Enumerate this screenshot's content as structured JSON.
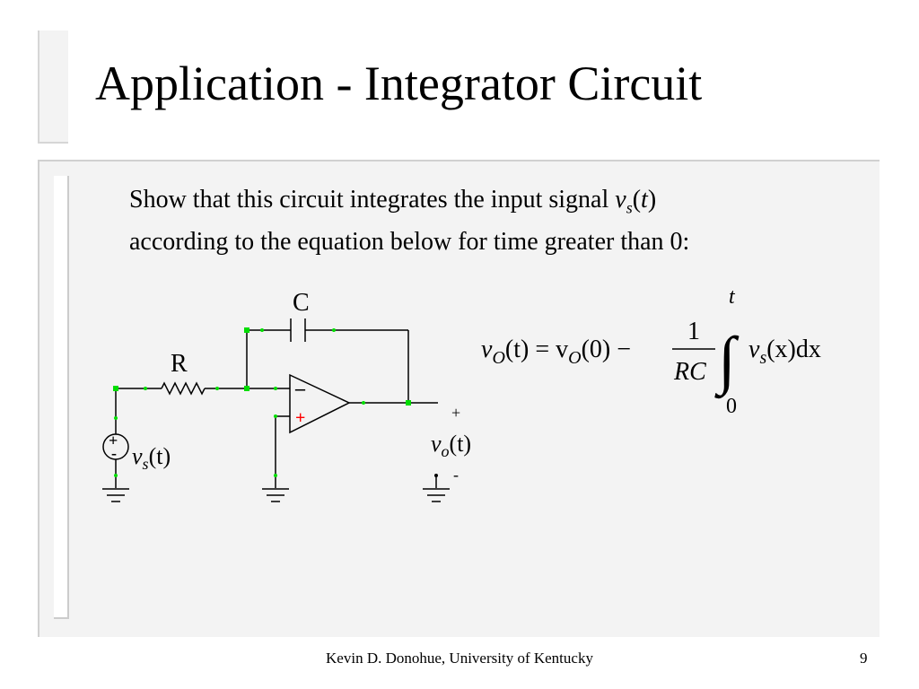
{
  "slide": {
    "title": "Application - Integrator Circuit",
    "body": {
      "line1": "Show that this circuit integrates the input signal ",
      "var_v": "v",
      "var_sub": "s",
      "var_paren_open": "(",
      "var_t": "t",
      "var_paren_close": ")",
      "line2": "according to the equation below for time greater than 0:"
    }
  },
  "circuit": {
    "capacitor_label": "C",
    "resistor_label": "R",
    "source_label": {
      "v": "v",
      "sub": "s",
      "arg": "(t)"
    },
    "output_label": {
      "v": "v",
      "sub": "o",
      "arg": "(t)"
    },
    "output_plus": "+",
    "output_minus": "-",
    "opamp_minus": "–",
    "opamp_plus": "+",
    "source_plus": "+",
    "source_minus": "-",
    "node_color": "#00dd00",
    "wire_color": "#000000",
    "opamp_plus_color": "#ff0000"
  },
  "equation": {
    "lhs": "v",
    "lhs_sub": "O",
    "lhs_arg": "(t) = v",
    "rhs_sub": "O",
    "rhs_arg": "(0) −",
    "frac_num": "1",
    "frac_den": "RC",
    "integral_sign": "∫",
    "upper_limit": "t",
    "lower_limit": "0",
    "integrand_v": "v",
    "integrand_sub": "s",
    "integrand_arg": "(x)dx"
  },
  "footer": {
    "author": "Kevin D. Donohue, University of Kentucky",
    "page": "9"
  }
}
